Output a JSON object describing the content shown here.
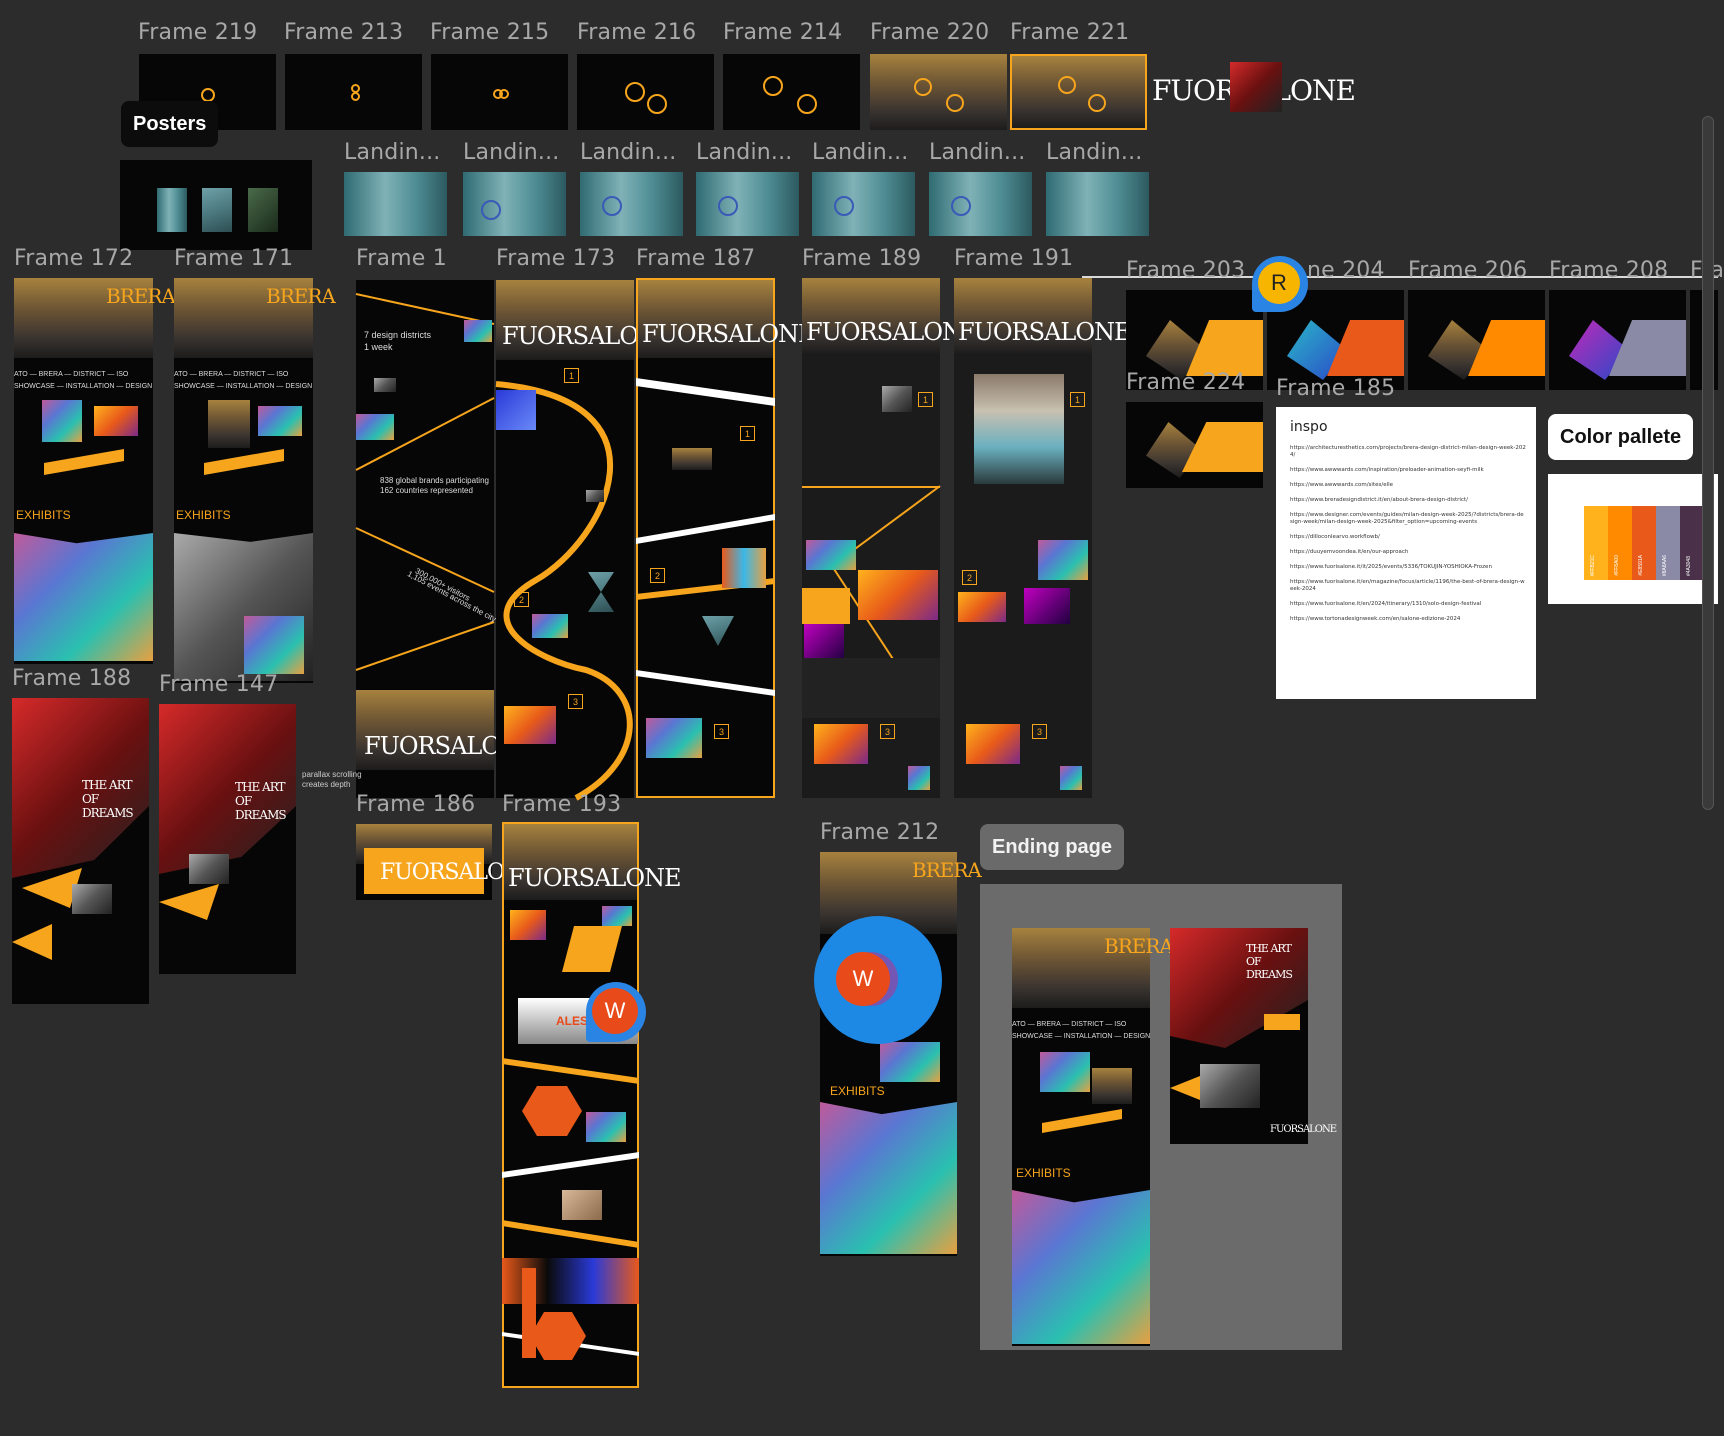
{
  "labels": {
    "f219": "Frame 219",
    "f213": "Frame 213",
    "f215": "Frame 215",
    "f216": "Frame 216",
    "f214": "Frame 214",
    "f220": "Frame 220",
    "f221": "Frame 221",
    "landing": "Landin...",
    "f172": "Frame 172",
    "f171": "Frame 171",
    "f1": "Frame 1",
    "f173": "Frame 173",
    "f187": "Frame 187",
    "f189": "Frame 189",
    "f191": "Frame 191",
    "f203": "Frame 203",
    "f204": "ne 204",
    "f206": "Frame 206",
    "f208": "Frame 208",
    "f210": "Fra",
    "f224": "Frame 224",
    "f185": "Frame 185",
    "f188": "Frame 188",
    "f147": "Frame 147",
    "f186": "Frame 186",
    "f193": "Frame 193",
    "f212": "Frame 212"
  },
  "groups": {
    "posters": "Posters",
    "color_pallete": "Color pallete",
    "ending_page": "Ending page"
  },
  "avatars": {
    "r": "R",
    "w1": "W",
    "w2": "W"
  },
  "brand": {
    "fuorisalone": "FUORSALONE",
    "brera": "BRERA",
    "art_of_dreams": "THE ART OF DREAMS",
    "exhibits": "EXHIBITS",
    "district_row": "ATO — BRERA — DISTRICT — ISO",
    "showcase_row": "SHOWCASE — INSTALLATION — DESIGN",
    "alessi": "ALESS"
  },
  "frame1_text": {
    "line1": "7 design districts",
    "line2": "1 week",
    "brands": "838 global brands participating",
    "countries": "162 countries represented",
    "visitors": "300,000+ visitors",
    "events": "1,105 events across the city"
  },
  "side_note": "parallax scrolling creates depth",
  "numbers": [
    "1",
    "2",
    "3"
  ],
  "inspo": {
    "title": "inspo",
    "links": [
      "https://architecturesthetics.com/projects/brera-design-district-milan-design-week-2024/",
      "https://www.awwwards.com/inspiration/preloader-animation-seyfi-milk",
      "https://www.awwwards.com/sites/elle",
      "https://www.breradesigndistrict.it/en/about-brera-design-district/",
      "https://www.designer.com/events/guides/milan-design-week-2025/?districts/brera-design-week/milan-design-week-2025&filter_option=upcoming-events",
      "https://dilloconlearvo.workflowb/",
      "https://duuyemvoondea.it/en/our-approach",
      "https://www.fuorisalone.it/it/2025/events/5336/TOKUJIN-YOSHIOKA-Frozen",
      "https://www.fuorisalone.it/en/magazine/focus/article/1196/the-best-of-brera-design-week-2024",
      "https://www.fuorisalone.it/en/2024/itinerary/1310/solo-design-festival",
      "https://www.tortonadesignweek.com/en/salone-edizione-2024"
    ]
  },
  "palette": {
    "swatches": [
      "#ffb21c",
      "#ff8a00",
      "#e8591a",
      "#8a8aa6",
      "#4a3048"
    ],
    "codes": [
      "#FFB21C",
      "#FF8A00",
      "#E8591A",
      "#8A8AA6",
      "#4A3048"
    ]
  },
  "colors": {
    "canvas_bg": "#2c2c2c",
    "accent_orange": "#f7a51c",
    "avatar_r": "#f7b500",
    "avatar_w": "#e84a1a",
    "cursor_blue": "#1e88e5"
  }
}
